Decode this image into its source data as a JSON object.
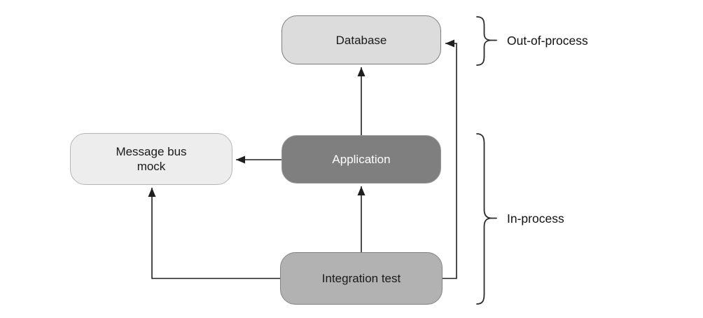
{
  "diagram": {
    "nodes": {
      "database": {
        "label": "Database"
      },
      "message_bus_mock": {
        "label": "Message bus\nmock"
      },
      "application": {
        "label": "Application"
      },
      "integration_test": {
        "label": "Integration test"
      }
    },
    "edges": [
      {
        "from": "application",
        "to": "database"
      },
      {
        "from": "application",
        "to": "message_bus_mock"
      },
      {
        "from": "integration_test",
        "to": "application"
      },
      {
        "from": "integration_test",
        "to": "database"
      },
      {
        "from": "integration_test",
        "to": "message_bus_mock"
      }
    ],
    "annotations": {
      "out_of_process": {
        "label": "Out-of-process"
      },
      "in_process": {
        "label": "In-process"
      }
    },
    "colors": {
      "database_fill": "#dcdcdc",
      "mock_fill": "#ededed",
      "application_fill": "#7f7f7f",
      "test_fill": "#b2b2b2",
      "line": "#1f1f1f",
      "brace": "#2b2b2b"
    }
  }
}
